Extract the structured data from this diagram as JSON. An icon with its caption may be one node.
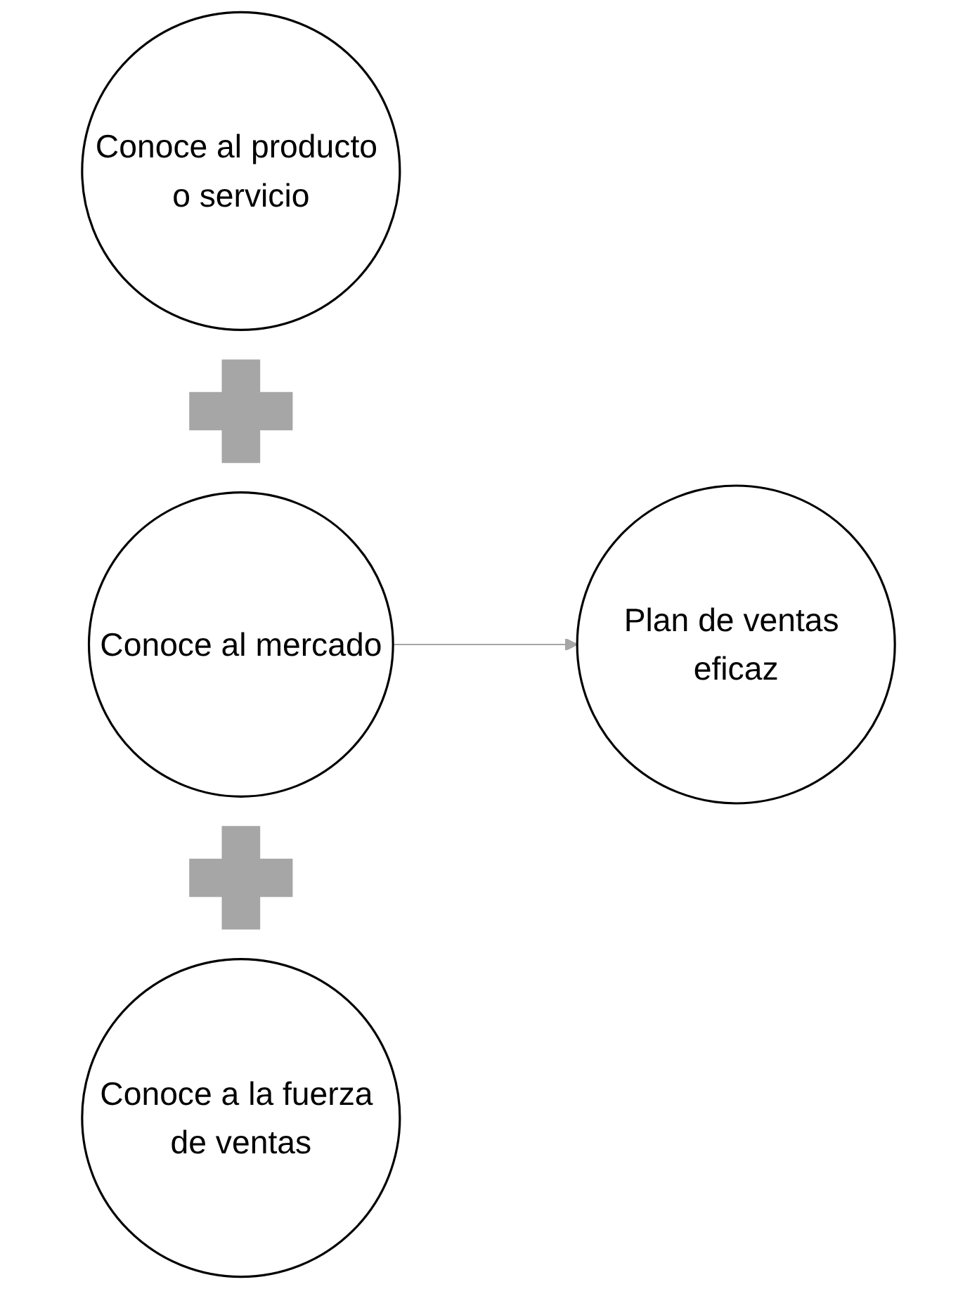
{
  "diagram": {
    "nodes": [
      {
        "text": [
          "Conoce al producto o servicio"
        ]
      },
      {
        "text": [],
        "shape": "plus"
      },
      {
        "text": [
          "Conoce al mercado"
        ]
      },
      {
        "text": [],
        "shape": "plus"
      },
      {
        "text": [
          "Conoce a la fuerza de ventas"
        ]
      },
      {
        "text": [
          "Plan de ventas eficaz"
        ]
      }
    ],
    "edges": [
      {
        "from": 2,
        "to": 5,
        "arrow": "to",
        "color": "#a6a6a6"
      }
    ]
  }
}
